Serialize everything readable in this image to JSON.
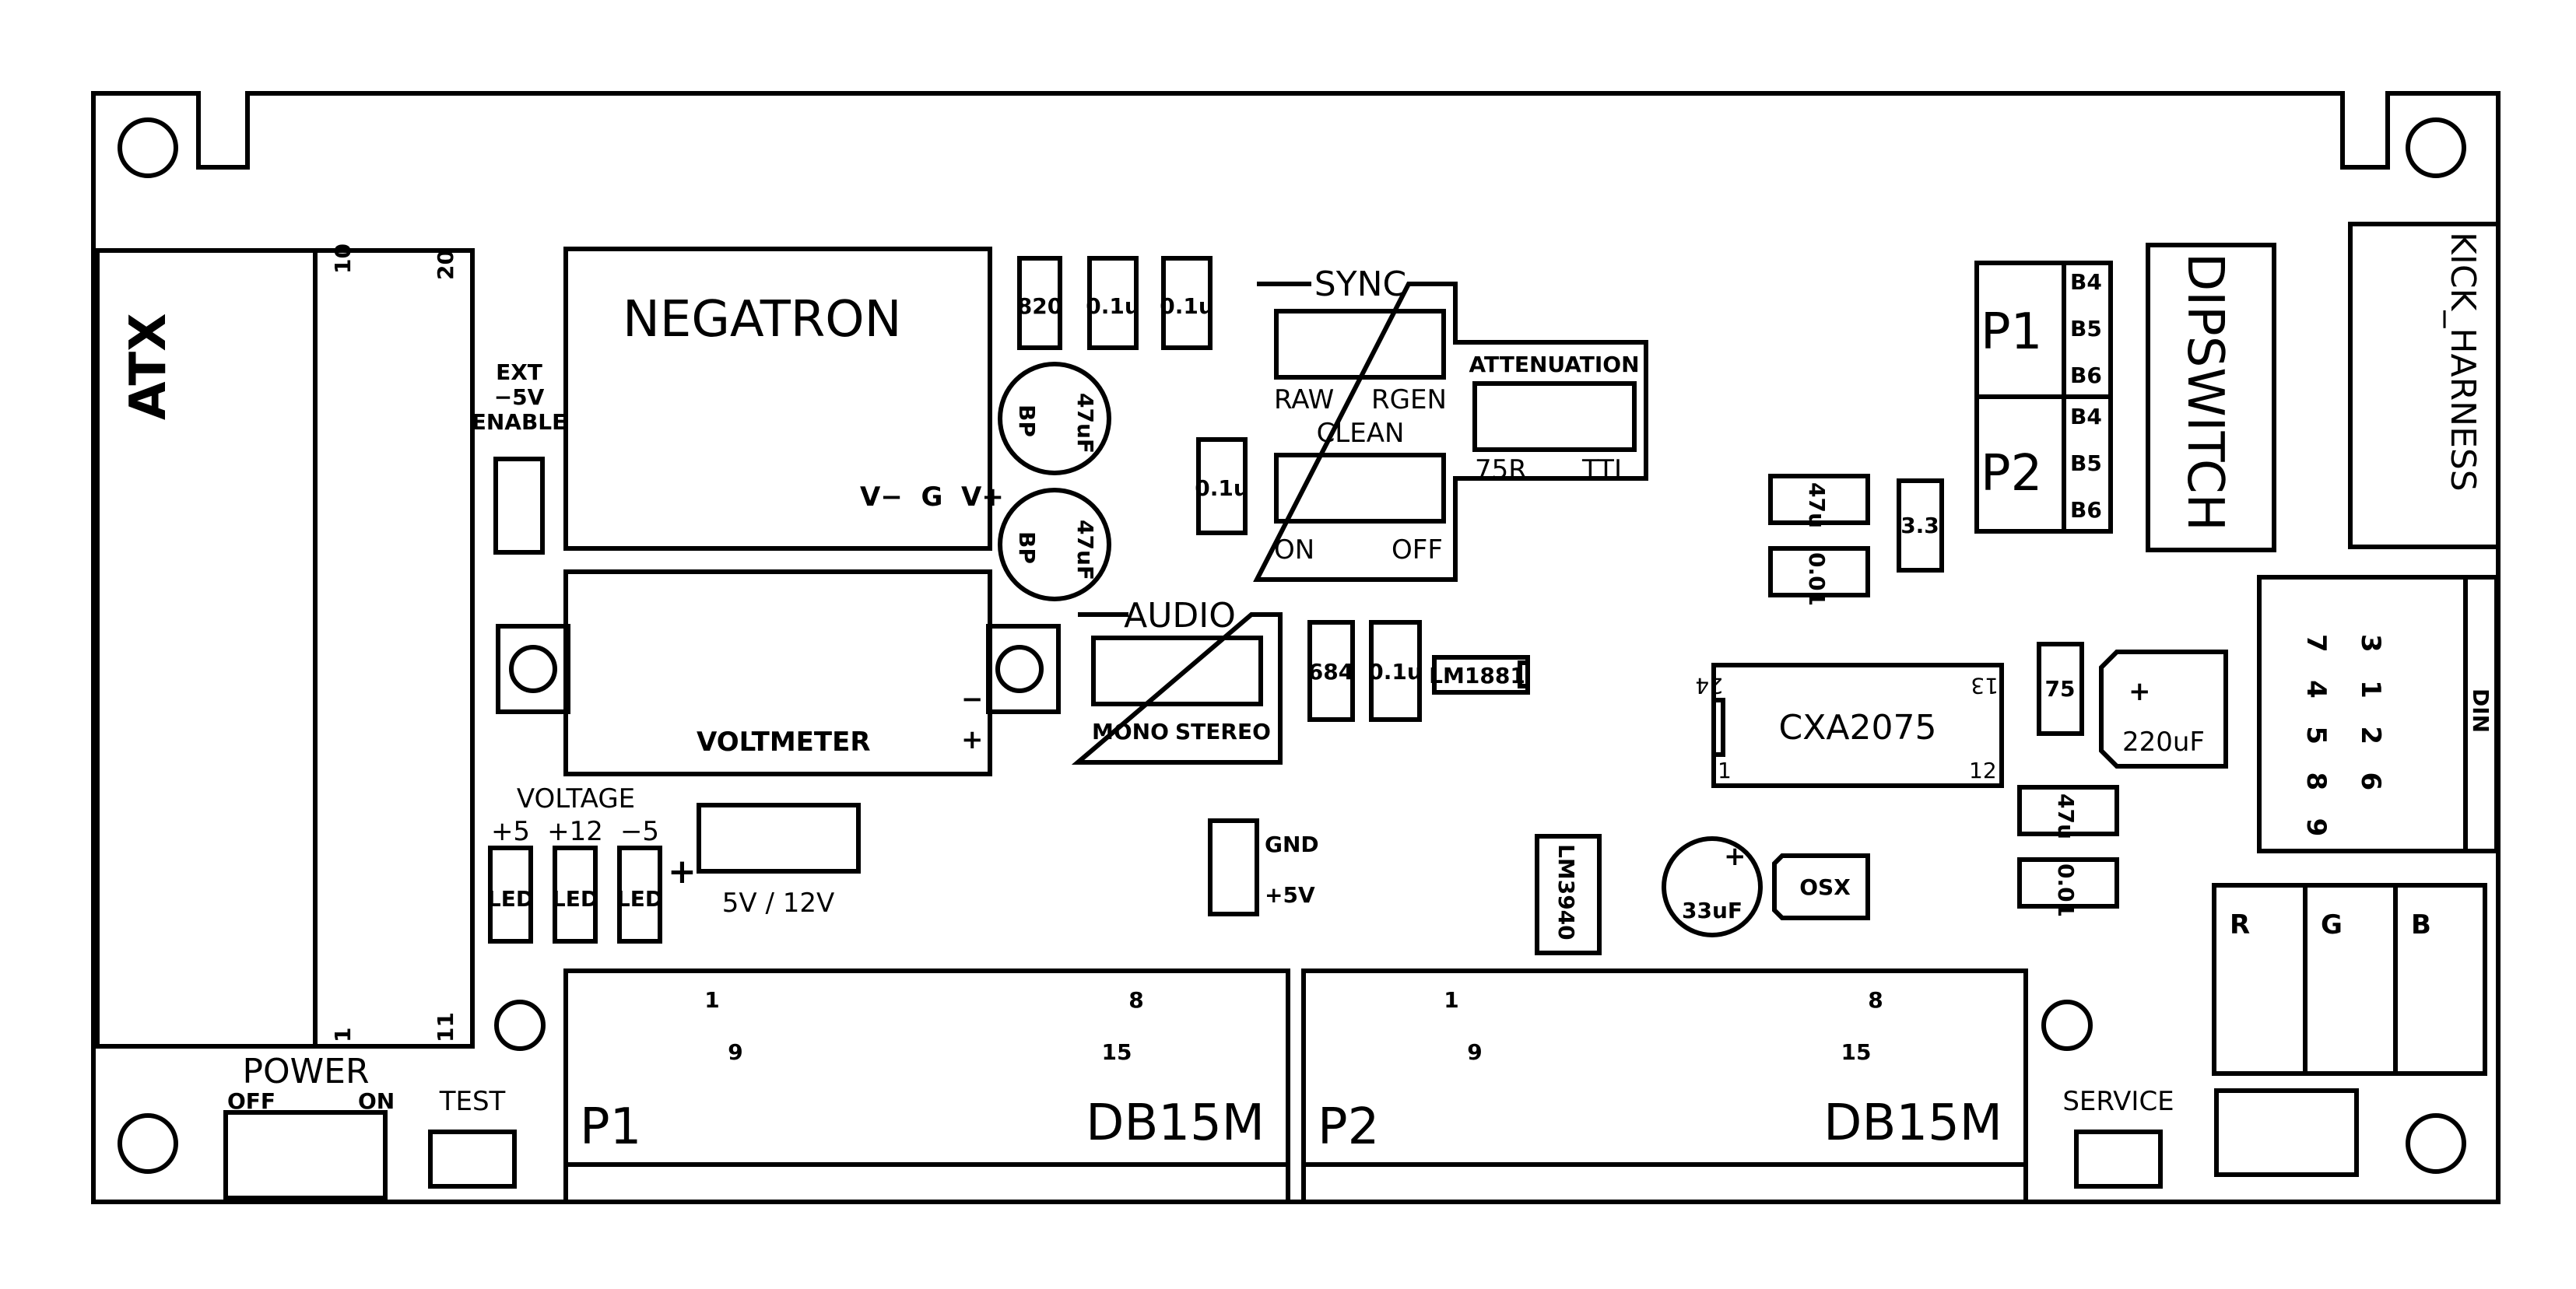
{
  "title_block": {
    "atx": "ATX",
    "atx_pins": {
      "p10": "10",
      "p20": "20",
      "p1": "1",
      "p11": "11"
    },
    "negatron": "NEGATRON",
    "negatron_pins": "V−  G  V+",
    "ext_enable": [
      "EXT",
      "−5V",
      "ENABLE"
    ],
    "voltmeter": "VOLTMETER",
    "voltmeter_minus": "−",
    "voltmeter_plus": "+",
    "voltage_title": "VOLTAGE",
    "voltage_labels": [
      "+5",
      "+12",
      "−5"
    ],
    "led": "LED",
    "plus": "+",
    "switch_5v12v": "5V / 12V",
    "power": "POWER",
    "power_off": "OFF",
    "power_on": "ON",
    "test": "TEST",
    "service": "SERVICE"
  },
  "caps": {
    "r820": "820",
    "c01a": "0.1u",
    "c01b": "0.1u",
    "c01c": "0.1u",
    "c47a": "47uF",
    "c47a_bp": "BP",
    "c47b": "47uF",
    "c47b_bp": "BP",
    "c684": "684",
    "c01d": "0.1u",
    "lm1881": "LM1881",
    "c47u_a": "47u",
    "c001_a": "0.01",
    "r33": "3.3",
    "r75": "75",
    "c220": "220uF",
    "c220_plus": "+",
    "c47u_b": "47u",
    "c001_b": "0.01",
    "lm3940": "LM3940",
    "c33": "33uF",
    "c33_plus": "+",
    "osx": "OSX"
  },
  "sync": {
    "title": "SYNC",
    "raw": "RAW",
    "rgen": "RGEN",
    "clean": "CLEAN",
    "on": "ON",
    "off": "OFF",
    "attenuation": "ATTENUATION",
    "r75": "75R",
    "ttl": "TTL"
  },
  "audio": {
    "title": "AUDIO",
    "mono": "MONO",
    "stereo": "STEREO"
  },
  "gnd5v": {
    "gnd": "GND",
    "v5": "+5V"
  },
  "cxa": {
    "name": "CXA2075",
    "p24": "24",
    "p13": "13",
    "p1": "1",
    "p12": "12"
  },
  "connectors": [
    {
      "name": "P1",
      "type": "DB15M",
      "pins": [
        "1",
        "8",
        "9",
        "15"
      ]
    },
    {
      "name": "P2",
      "type": "DB15M",
      "pins": [
        "1",
        "8",
        "9",
        "15"
      ]
    }
  ],
  "player_map": {
    "p1": "P1",
    "p2": "P2",
    "p1_pins": [
      "B4",
      "B5",
      "B6"
    ],
    "p2_pins": [
      "B4",
      "B5",
      "B6"
    ]
  },
  "dipswitch": "DIPSWITCH",
  "kick_harness": "KICK_HARNESS",
  "din": {
    "label": "DIN",
    "rows": [
      "3   1   2   6",
      "7   4   5   8   9"
    ]
  },
  "rgb": {
    "r": "R",
    "g": "G",
    "b": "B"
  }
}
